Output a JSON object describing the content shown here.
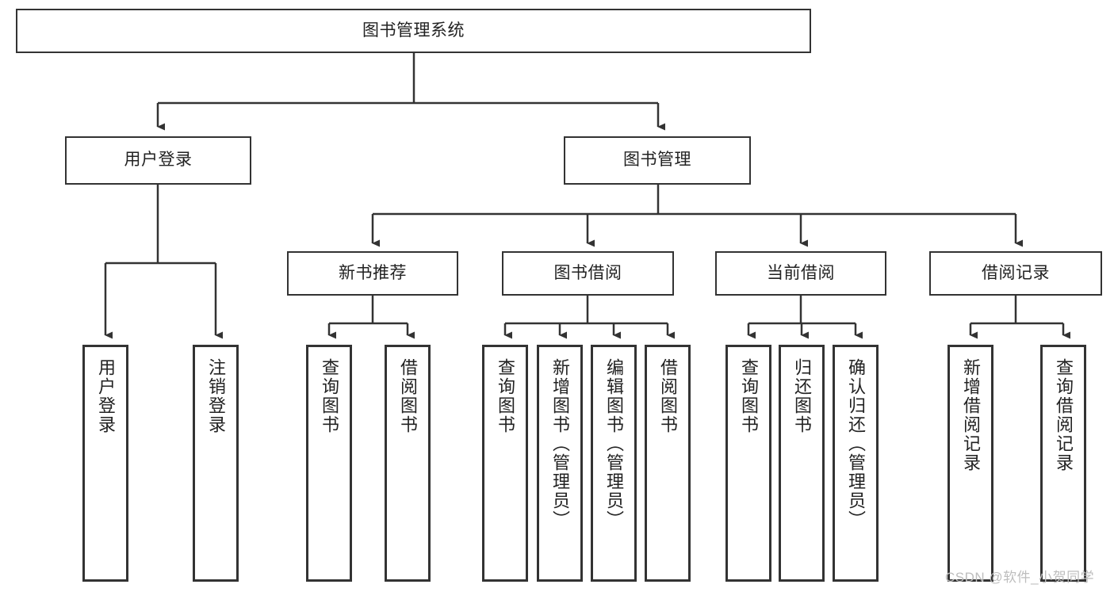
{
  "diagram": {
    "title": "图书管理系统",
    "type": "tree-hierarchy-chart",
    "background_color": "#ffffff",
    "box_border_color": "#333333",
    "text_color": "#222222"
  },
  "root": {
    "label": "图书管理系统"
  },
  "level2": [
    {
      "label": "用户登录"
    },
    {
      "label": "图书管理"
    }
  ],
  "level3": [
    {
      "label": "新书推荐"
    },
    {
      "label": "图书借阅"
    },
    {
      "label": "当前借阅"
    },
    {
      "label": "借阅记录"
    }
  ],
  "leaves": {
    "user_login": [
      {
        "label": "用户登录"
      },
      {
        "label": "注销登录"
      }
    ],
    "new_book_recommend": [
      {
        "label": "查询图书"
      },
      {
        "label": "借阅图书"
      }
    ],
    "book_borrow": [
      {
        "label": "查询图书"
      },
      {
        "label": "新增图书（管理员）"
      },
      {
        "label": "编辑图书（管理员）"
      },
      {
        "label": "借阅图书"
      }
    ],
    "current_borrow": [
      {
        "label": "查询图书"
      },
      {
        "label": "归还图书"
      },
      {
        "label": "确认归还（管理员）"
      }
    ],
    "borrow_records": [
      {
        "label": "新增借阅记录"
      },
      {
        "label": "查询借阅记录"
      }
    ]
  },
  "watermark": {
    "text": "CSDN @软件_小贺同学",
    "color": "#bdbdbd"
  }
}
